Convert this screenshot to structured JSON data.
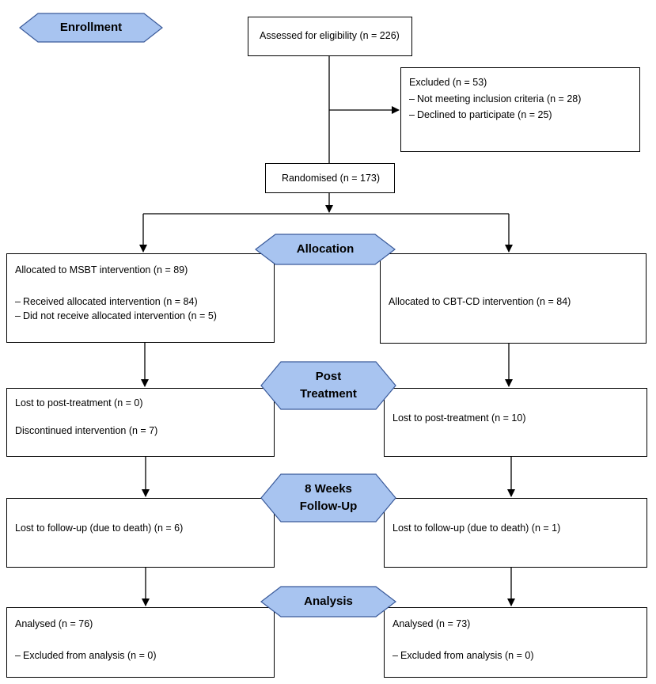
{
  "stages": {
    "enrollment": "Enrollment",
    "allocation": "Allocation",
    "post_treatment_1": "Post",
    "post_treatment_2": "Treatment",
    "followup_1": "8 Weeks",
    "followup_2": "Follow-Up",
    "analysis": "Analysis"
  },
  "colors": {
    "tag_fill": "#a8c4f0",
    "tag_stroke": "#3a5a9a",
    "line": "#000000"
  },
  "assessed": "Assessed for eligibility (n = 226)",
  "excluded": {
    "title": "Excluded (n = 53)",
    "bullet_glyph": "–",
    "items": [
      "Not meeting inclusion criteria (n = 28)",
      "Declined to participate (n = 25)"
    ]
  },
  "randomised": "Randomised (n = 173)",
  "msbt": {
    "allocated": "Allocated to MSBT intervention (n = 89)",
    "received": "Received allocated intervention (n = 84)",
    "not_received": "Did not receive allocated intervention (n = 5)",
    "lost_post": "Lost to post-treatment (n = 0)",
    "discontinued": "Discontinued intervention (n = 7)",
    "lost_followup": "Lost to follow-up (due to death) (n = 6)",
    "analysed": "Analysed (n = 76)",
    "excluded_analysis": "Excluded from analysis (n = 0)"
  },
  "cbt": {
    "allocated": "Allocated to CBT-CD intervention (n = 84)",
    "lost_post": "Lost to post-treatment (n = 10)",
    "lost_followup": "Lost to follow-up (due to death) (n = 1)",
    "analysed": "Analysed (n = 73)",
    "excluded_analysis": "Excluded from analysis (n = 0)"
  }
}
